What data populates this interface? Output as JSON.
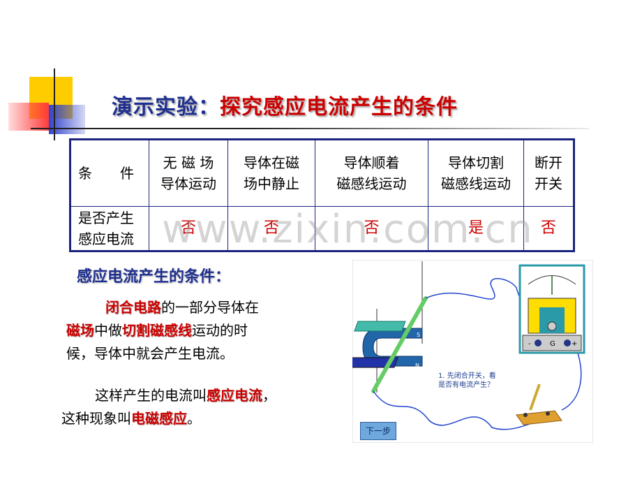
{
  "slide": {
    "title_part1": "演示实验：",
    "title_part2": "探究感应电流产生的条件",
    "watermark": "www.zixin.com.cn"
  },
  "table": {
    "header_row": {
      "label": "条　　件",
      "cols": [
        {
          "line1": "无 磁 场",
          "line2": "导体运动"
        },
        {
          "line1": "导体在磁",
          "line2": "场中静止"
        },
        {
          "line1": "导体顺着",
          "line2": "磁感线运动"
        },
        {
          "line1": "导体切割",
          "line2": "磁感线运动"
        },
        {
          "line1": "断开",
          "line2": "开关"
        }
      ]
    },
    "answer_row": {
      "label_line1": "是否产生",
      "label_line2": "感应电流",
      "values": [
        "否",
        "否",
        "否",
        "是",
        "否"
      ]
    }
  },
  "conditions": {
    "heading": "感应电流产生的条件：",
    "p1_hl1": "闭合电路",
    "p1_t1": "的一部分导体在",
    "p1_hl2": "磁场",
    "p1_t2": "中做",
    "p1_hl3": "切割磁感线",
    "p1_t3": "运动的时",
    "p1_t4": "候，导体中就会产生电流。",
    "p2_t1": "这样产生的电流叫",
    "p2_hl1": "感应电流",
    "p2_t2": "，",
    "p2_t3": "这种现象叫",
    "p2_hl2": "电磁感应",
    "p2_t4": "。"
  },
  "simulation": {
    "note_line1": "1. 先闭合开关，看",
    "note_line2": "是否有电流产生？",
    "next_button": "下一步",
    "magnet_s": "S",
    "magnet_n": "N",
    "meter_minus": "-",
    "meter_g": "G",
    "meter_plus": "+"
  },
  "colors": {
    "title_blue": "#1f2f8f",
    "highlight_red": "#cc0000",
    "table_border": "#1a237e"
  }
}
